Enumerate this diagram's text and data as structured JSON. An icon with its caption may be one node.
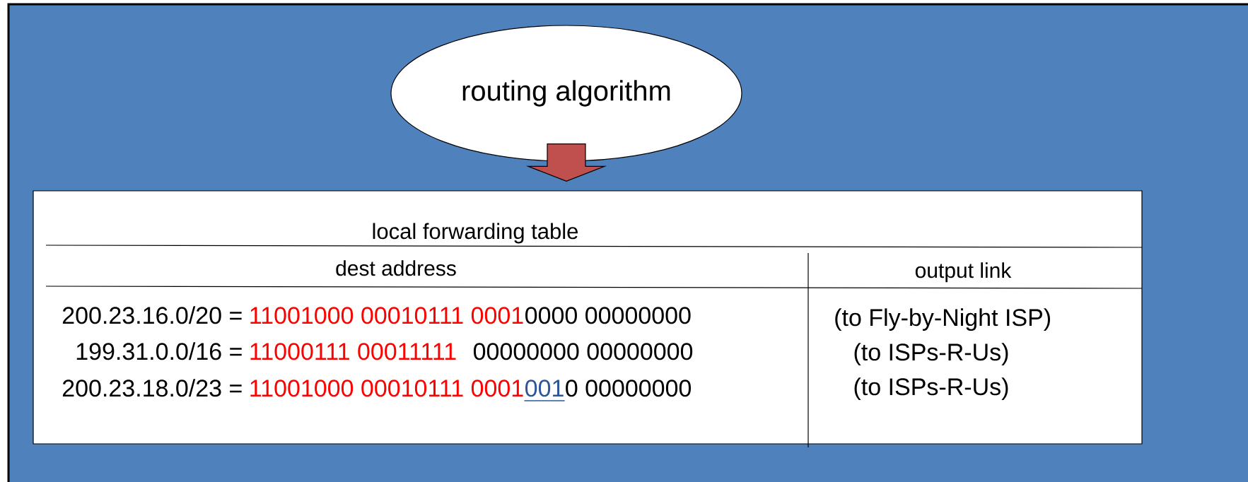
{
  "diagram": {
    "nodes": [
      {
        "text": [
          "routing algorithm"
        ]
      },
      {
        "text": [
          "local forwarding table"
        ]
      }
    ],
    "edges": [
      {
        "from": 0,
        "to": 1,
        "arrow": "to",
        "style": "thick",
        "color": "#c0504d"
      }
    ],
    "labels": [
      "dest address",
      "output link",
      "200.23.16.0/20 =",
      "11001000 00010111 0001",
      "0000 00000000",
      "(to Fly-by-Night ISP)",
      "199.31.0.0/16 =",
      "11000111 00011111",
      "00000000 00000000",
      "(to ISPs-R-Us)",
      "200.23.18.0/23 =",
      "11001000 00010111 0001",
      "001",
      "0 00000000",
      "(to ISPs-R-Us)"
    ]
  }
}
